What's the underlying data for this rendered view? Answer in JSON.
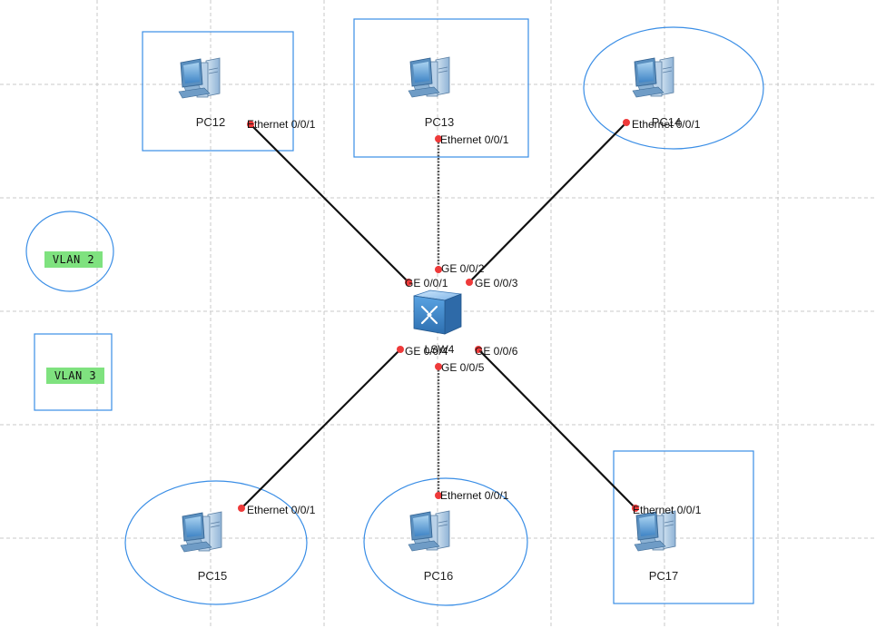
{
  "diagram": {
    "switch": {
      "name": "LSW4",
      "icon": "switch-icon"
    },
    "pcs": [
      {
        "id": "pc12",
        "name": "PC12",
        "port": "Ethernet 0/0/1",
        "switch_port": "GE 0/0/1",
        "frame": "rectangle"
      },
      {
        "id": "pc13",
        "name": "PC13",
        "port": "Ethernet 0/0/1",
        "switch_port": "GE 0/0/2",
        "frame": "rectangle"
      },
      {
        "id": "pc14",
        "name": "PC14",
        "port": "Ethernet 0/0/1",
        "switch_port": "GE 0/0/3",
        "frame": "ellipse"
      },
      {
        "id": "pc15",
        "name": "PC15",
        "port": "Ethernet 0/0/1",
        "switch_port": "GE 0/0/4",
        "frame": "ellipse"
      },
      {
        "id": "pc16",
        "name": "PC16",
        "port": "Ethernet 0/0/1",
        "switch_port": "GE 0/0/5",
        "frame": "ellipse"
      },
      {
        "id": "pc17",
        "name": "PC17",
        "port": "Ethernet 0/0/1",
        "switch_port": "GE 0/0/6",
        "frame": "rectangle"
      }
    ],
    "legend": [
      {
        "label": "VLAN 2",
        "shape": "ellipse"
      },
      {
        "label": "VLAN 3",
        "shape": "rectangle"
      }
    ],
    "colors": {
      "frame": "#3a8ee6",
      "port_dot": "#ee3a3a",
      "legend_fill": "#7fe27f",
      "cable": "#111111"
    }
  }
}
